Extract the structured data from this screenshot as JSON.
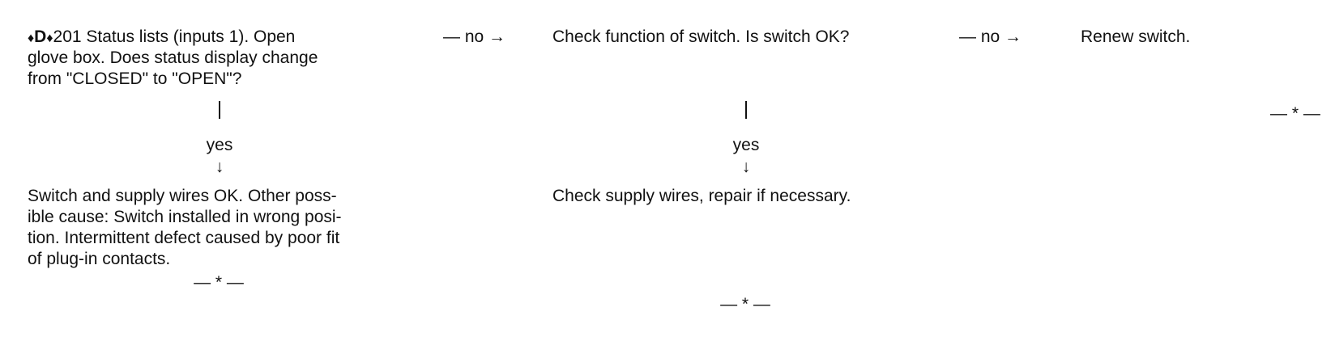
{
  "step": {
    "marker_left": "♦",
    "code": "D",
    "marker_right": "♦",
    "number": "201",
    "question_line1": "Status lists (inputs 1). Open",
    "question_line2": "glove box. Does status display change",
    "question_line3": "from \"CLOSED\" to \"OPEN\"?"
  },
  "connectors": {
    "no_1": "— no →",
    "no_2": "— no →",
    "yes_1": "yes",
    "yes_2": "yes",
    "down_arrow_1": "↓",
    "down_arrow_2": "↓"
  },
  "nodes": {
    "check_switch": "Check function of switch. Is switch OK?",
    "renew_switch": "Renew switch.",
    "switch_ok_line1": "Switch and supply wires OK. Other poss-",
    "switch_ok_line2": "ible cause: Switch installed in wrong posi-",
    "switch_ok_line3": "tion. Intermittent defect caused by poor fit",
    "switch_ok_line4": "of plug-in contacts.",
    "check_wires": "Check supply wires, repair if necessary."
  },
  "end_marks": {
    "end_1": "— * —",
    "end_2": "— * —",
    "end_3": "— * —"
  }
}
